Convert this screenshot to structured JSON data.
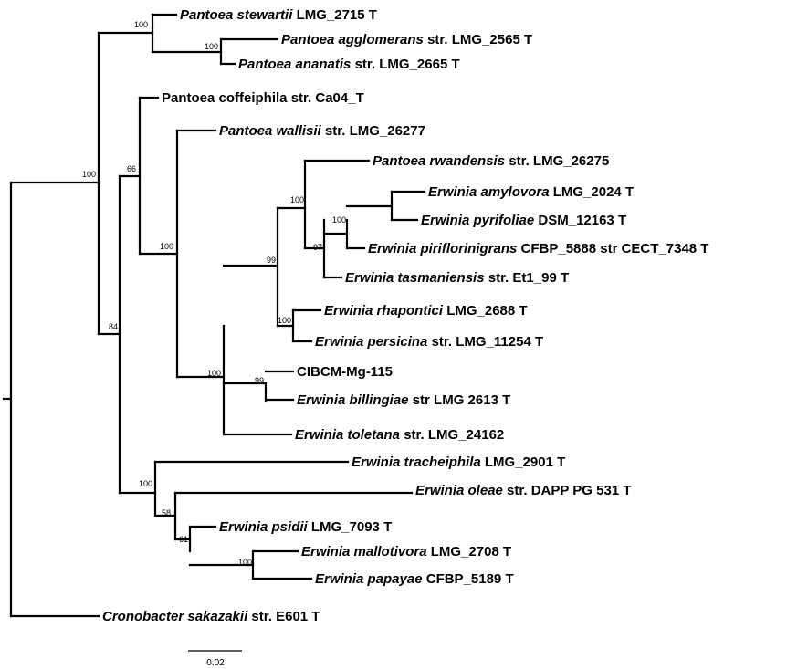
{
  "tree": {
    "scale_bar": {
      "label": "0.02"
    },
    "leaves": [
      {
        "id": "stewartii",
        "genus_species": "Pantoea stewartii",
        "strain": "LMG_2715 T"
      },
      {
        "id": "agglomerans",
        "genus_species": "Pantoea agglomerans",
        "strain": "str. LMG_2565 T"
      },
      {
        "id": "ananatis",
        "genus_species": "Pantoea ananatis",
        "strain": "str. LMG_2665 T"
      },
      {
        "id": "coffeiphila",
        "genus_species": "",
        "strain": "Pantoea coffeiphila str. Ca04_T"
      },
      {
        "id": "wallisii",
        "genus_species": "Pantoea wallisii",
        "strain": "str. LMG_26277"
      },
      {
        "id": "rwandensis",
        "genus_species": "Pantoea rwandensis",
        "strain": "str. LMG_26275"
      },
      {
        "id": "amylovora",
        "genus_species": "Erwinia amylovora",
        "strain": "LMG_2024 T"
      },
      {
        "id": "pyrifoliae",
        "genus_species": "Erwinia pyrifoliae",
        "strain": "DSM_12163 T"
      },
      {
        "id": "piriflor",
        "genus_species": "Erwinia piriflorinigrans",
        "strain": "CFBP_5888 str CECT_7348 T"
      },
      {
        "id": "tasmaniensis",
        "genus_species": "Erwinia tasmaniensis",
        "strain": "str. Et1_99 T"
      },
      {
        "id": "rhapontici",
        "genus_species": "Erwinia rhapontici",
        "strain": "LMG_2688 T"
      },
      {
        "id": "persicina",
        "genus_species": "Erwinia persicina",
        "strain": "str. LMG_11254 T"
      },
      {
        "id": "cibcm",
        "genus_species": "",
        "strain": "CIBCM-Mg-115"
      },
      {
        "id": "billingiae",
        "genus_species": "Erwinia billingiae",
        "strain": "str LMG 2613 T"
      },
      {
        "id": "toletana",
        "genus_species": "Erwinia toletana",
        "strain": "str. LMG_24162"
      },
      {
        "id": "tracheiphila",
        "genus_species": "Erwinia tracheiphila",
        "strain": "LMG_2901 T"
      },
      {
        "id": "oleae",
        "genus_species": "Erwinia oleae",
        "strain": "str. DAPP PG 531 T"
      },
      {
        "id": "psidii",
        "genus_species": "Erwinia psidii",
        "strain": "LMG_7093 T"
      },
      {
        "id": "mallotivora",
        "genus_species": "Erwinia mallotivora",
        "strain": "LMG_2708 T"
      },
      {
        "id": "papayae",
        "genus_species": "Erwinia papayae",
        "strain": "CFBP_5189 T"
      },
      {
        "id": "sakazakii",
        "genus_species": "Cronobacter sakazakii",
        "strain": "str. E601 T"
      }
    ],
    "bootstrap": [
      {
        "id": "n_stew_agg",
        "value": "100"
      },
      {
        "id": "n_agg_ana",
        "value": "100"
      },
      {
        "id": "n_main",
        "value": "100"
      },
      {
        "id": "n_coff",
        "value": "66"
      },
      {
        "id": "n_wall",
        "value": "100"
      },
      {
        "id": "n_erw",
        "value": "100"
      },
      {
        "id": "n_99a",
        "value": "99"
      },
      {
        "id": "n_99b",
        "value": "99"
      },
      {
        "id": "n_rwa",
        "value": "100"
      },
      {
        "id": "n_97",
        "value": "97"
      },
      {
        "id": "n_amy",
        "value": "100"
      },
      {
        "id": "n_rhap",
        "value": "100"
      },
      {
        "id": "n_84",
        "value": "84"
      },
      {
        "id": "n_trach",
        "value": "100"
      },
      {
        "id": "n_58",
        "value": "58"
      },
      {
        "id": "n_61",
        "value": "61"
      },
      {
        "id": "n_mall",
        "value": "100"
      }
    ]
  }
}
